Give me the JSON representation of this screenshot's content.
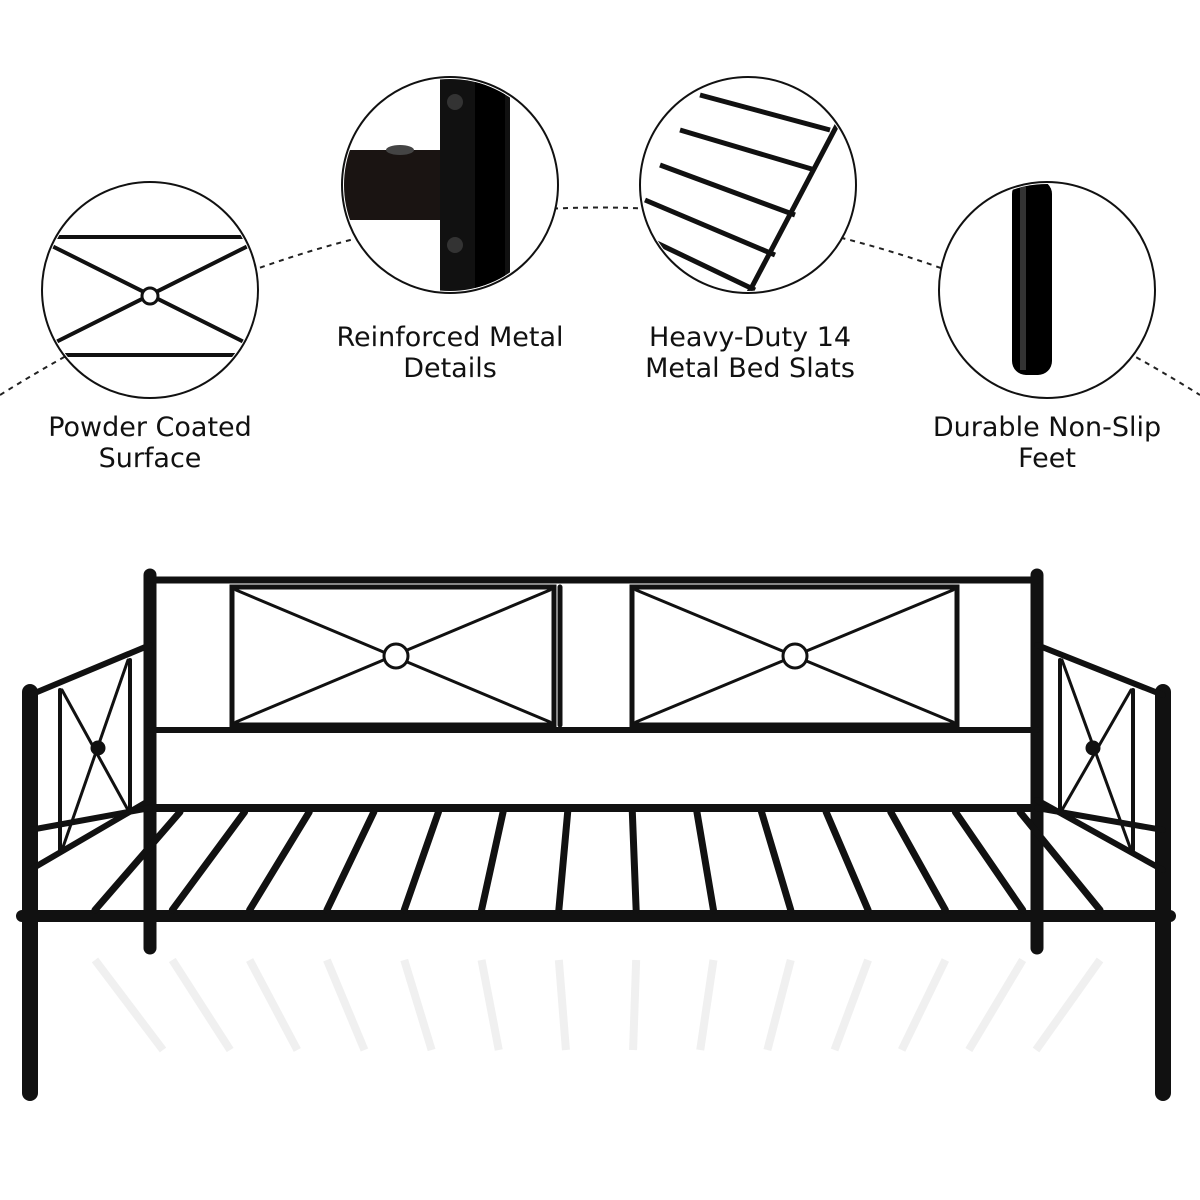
{
  "features": [
    {
      "line1": "Powder Coated",
      "line2": "Surface",
      "icon": "x-brace-detail"
    },
    {
      "line1": "Reinforced Metal",
      "line2": "Details",
      "icon": "bracket-detail"
    },
    {
      "line1": "Heavy-Duty 14",
      "line2": "Metal Bed Slats",
      "icon": "slats-detail"
    },
    {
      "line1": "Durable Non-Slip",
      "line2": "Feet",
      "icon": "leg-detail"
    }
  ],
  "product": {
    "slat_count": 14,
    "color": "#111111"
  }
}
